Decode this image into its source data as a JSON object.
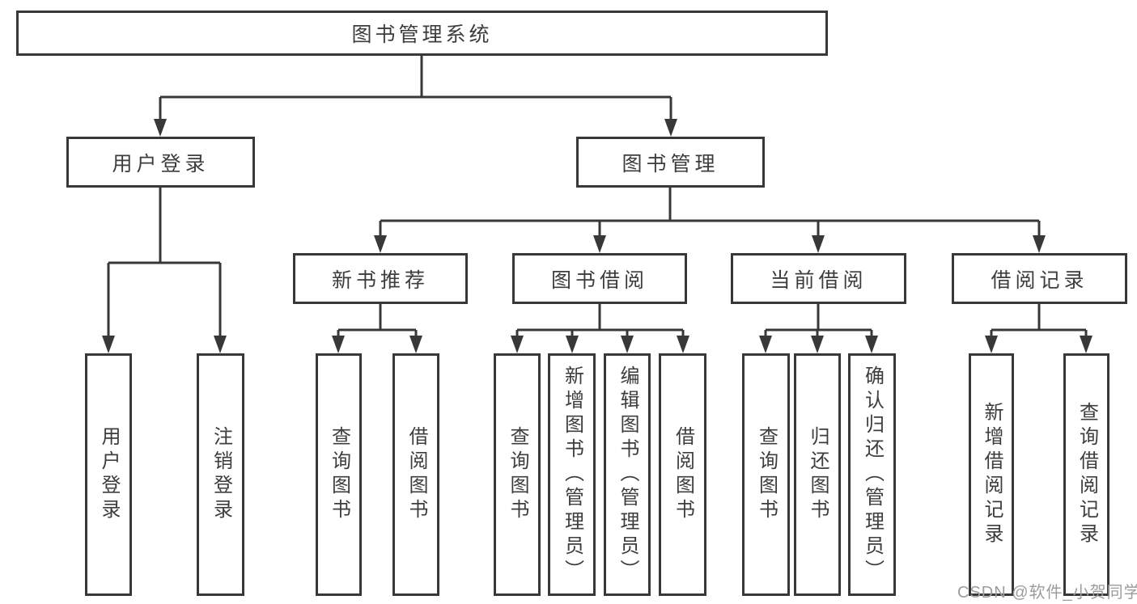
{
  "diagram": {
    "root": {
      "label": "图书管理系统"
    },
    "level2": [
      {
        "label": "用户登录"
      },
      {
        "label": "图书管理"
      }
    ],
    "level3": [
      {
        "label": "新书推荐",
        "parent": "图书管理"
      },
      {
        "label": "图书借阅",
        "parent": "图书管理"
      },
      {
        "label": "当前借阅",
        "parent": "图书管理"
      },
      {
        "label": "借阅记录",
        "parent": "图书管理"
      }
    ],
    "leaves": [
      {
        "label": "用户登录",
        "parent": "用户登录"
      },
      {
        "label": "注销登录",
        "parent": "用户登录"
      },
      {
        "label": "查询图书",
        "parent": "新书推荐"
      },
      {
        "label": "借阅图书",
        "parent": "新书推荐"
      },
      {
        "label": "查询图书",
        "parent": "图书借阅"
      },
      {
        "label": "新增图书（管理员）",
        "parent": "图书借阅"
      },
      {
        "label": "编辑图书（管理员）",
        "parent": "图书借阅"
      },
      {
        "label": "借阅图书",
        "parent": "图书借阅"
      },
      {
        "label": "查询图书",
        "parent": "当前借阅"
      },
      {
        "label": "归还图书",
        "parent": "当前借阅"
      },
      {
        "label": "确认归还（管理员）",
        "parent": "当前借阅"
      },
      {
        "label": "新增借阅记录",
        "parent": "借阅记录"
      },
      {
        "label": "查询借阅记录",
        "parent": "借阅记录"
      }
    ]
  },
  "watermark": {
    "text": "CSDN @软件_小贺同学"
  },
  "colors": {
    "line": "#383838",
    "box_border": "#383838",
    "text": "#3d3d3d",
    "watermark": "#9c9c9c",
    "background": "#ffffff"
  }
}
